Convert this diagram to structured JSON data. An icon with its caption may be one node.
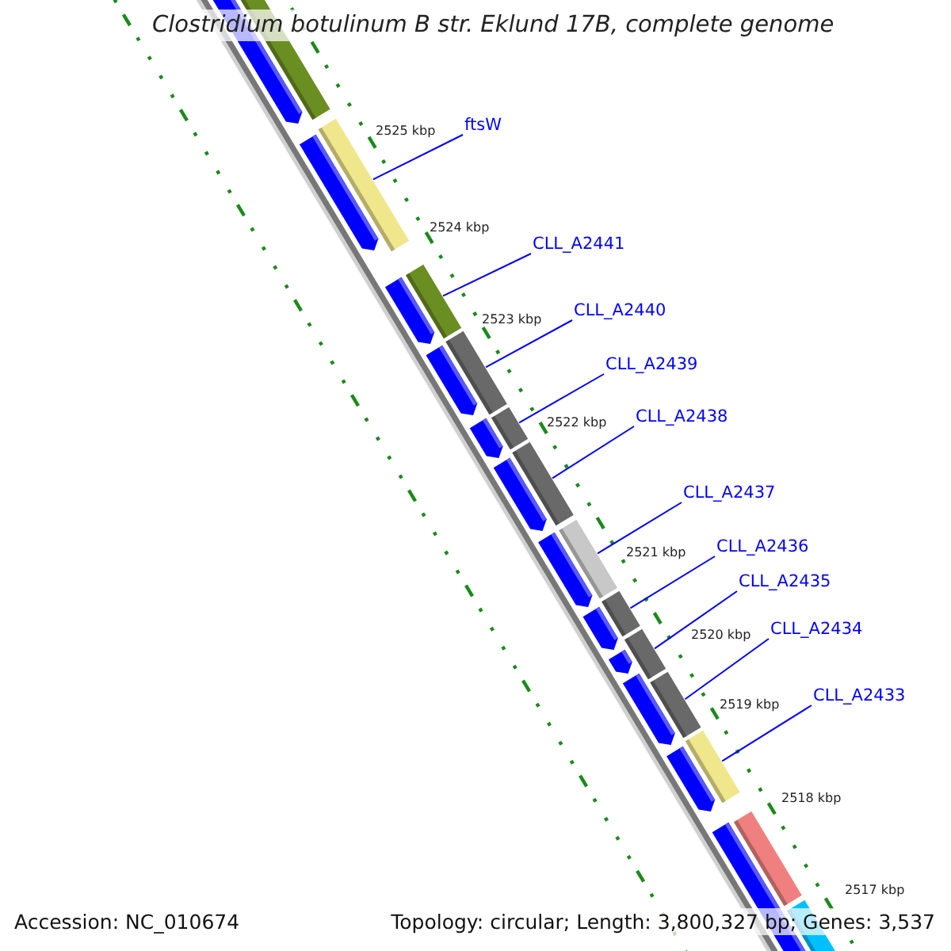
{
  "diagram": {
    "title": "Clostridium botulinum B str. Eklund 17B, complete genome",
    "nodes": [
      {
        "text": [
          "ftsW"
        ]
      },
      {
        "text": [
          "CLL_A2441"
        ]
      },
      {
        "text": [
          "CLL_A2440"
        ]
      },
      {
        "text": [
          "CLL_A2439"
        ]
      },
      {
        "text": [
          "CLL_A2438"
        ]
      },
      {
        "text": [
          "CLL_A2437"
        ]
      },
      {
        "text": [
          "CLL_A2436"
        ]
      },
      {
        "text": [
          "CLL_A2435"
        ]
      },
      {
        "text": [
          "CLL_A2434"
        ]
      },
      {
        "text": [
          "CLL_A2433"
        ]
      },
      {
        "text": [],
        "shape": "box"
      },
      {
        "text": [],
        "shape": "box"
      },
      {
        "text": [],
        "shape": "box"
      },
      {
        "text": [],
        "shape": "box"
      },
      {
        "text": [],
        "shape": "box"
      },
      {
        "text": [],
        "shape": "box"
      },
      {
        "text": [],
        "shape": "box"
      },
      {
        "text": [],
        "shape": "box"
      },
      {
        "text": [],
        "shape": "box"
      },
      {
        "text": [],
        "shape": "box"
      }
    ],
    "edges": [
      {
        "from": 0,
        "to": 10,
        "arrow": "none"
      },
      {
        "from": 1,
        "to": 11,
        "arrow": "none"
      },
      {
        "from": 2,
        "to": 12,
        "arrow": "none"
      },
      {
        "from": 3,
        "to": 13,
        "arrow": "none"
      },
      {
        "from": 4,
        "to": 14,
        "arrow": "none"
      },
      {
        "from": 5,
        "to": 15,
        "arrow": "none"
      },
      {
        "from": 6,
        "to": 16,
        "arrow": "none"
      },
      {
        "from": 7,
        "to": 17,
        "arrow": "none"
      },
      {
        "from": 8,
        "to": 18,
        "arrow": "none"
      },
      {
        "from": 9,
        "to": 19,
        "arrow": "none"
      }
    ],
    "labels": [
      "2525 kbp",
      "2524 kbp",
      "2523 kbp",
      "2522 kbp",
      "2521 kbp",
      "2520 kbp",
      "2519 kbp",
      "2518 kbp",
      "2517 kbp",
      "Accession: NC_010674",
      "Topology: circular; Length: 3,800,327 bp; Genes: 3,537"
    ]
  }
}
